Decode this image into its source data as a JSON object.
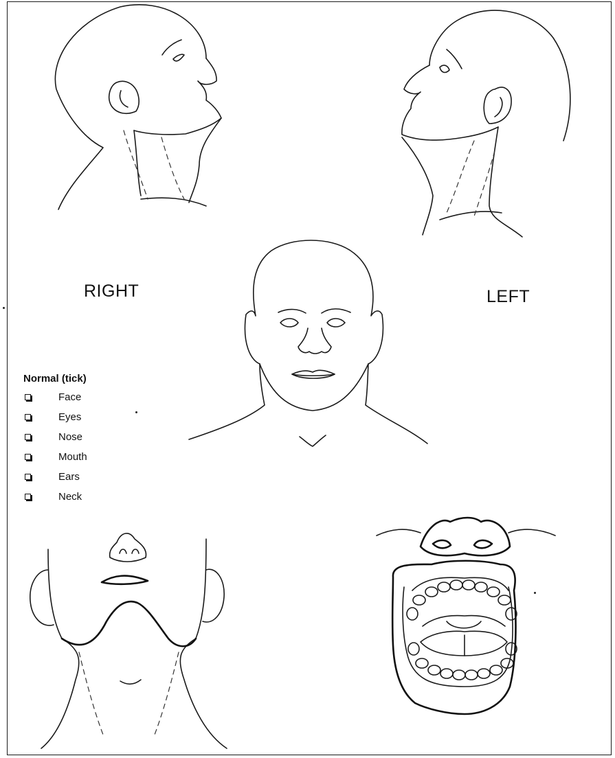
{
  "labels": {
    "right": "RIGHT",
    "left": "LEFT"
  },
  "checklist": {
    "title": "Normal (tick)",
    "items": [
      {
        "label": "Face",
        "checked": false
      },
      {
        "label": "Eyes",
        "checked": false
      },
      {
        "label": "Nose",
        "checked": false
      },
      {
        "label": "Mouth",
        "checked": false
      },
      {
        "label": "Ears",
        "checked": false
      },
      {
        "label": "Neck",
        "checked": false
      }
    ]
  },
  "colors": {
    "ink": "#1a1a1a",
    "background": "#ffffff"
  }
}
